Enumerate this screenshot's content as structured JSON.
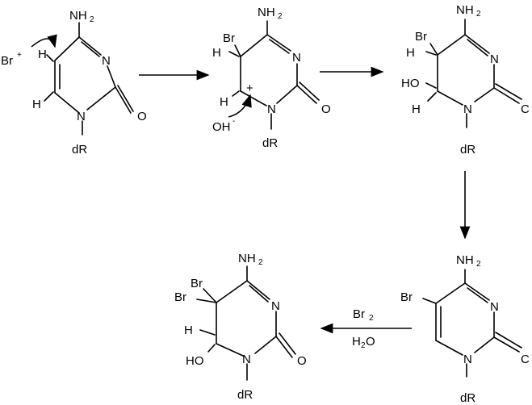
{
  "atoms": {
    "n": "N",
    "o": "O",
    "o_clipped": "C",
    "h": "H",
    "br": "Br",
    "dr": "dR",
    "nh": "NH",
    "sub2": "2",
    "ho": "HO",
    "oh": "OH",
    "minus": "-",
    "plus": "+",
    "br_reagent": "Br",
    "br_reagent_charge": "+"
  },
  "conditions": {
    "reagent_top": "Br",
    "reagent_top_sub": "2",
    "reagent_bottom_h": "H",
    "reagent_bottom_sub": "2",
    "reagent_bottom_o": "O"
  }
}
